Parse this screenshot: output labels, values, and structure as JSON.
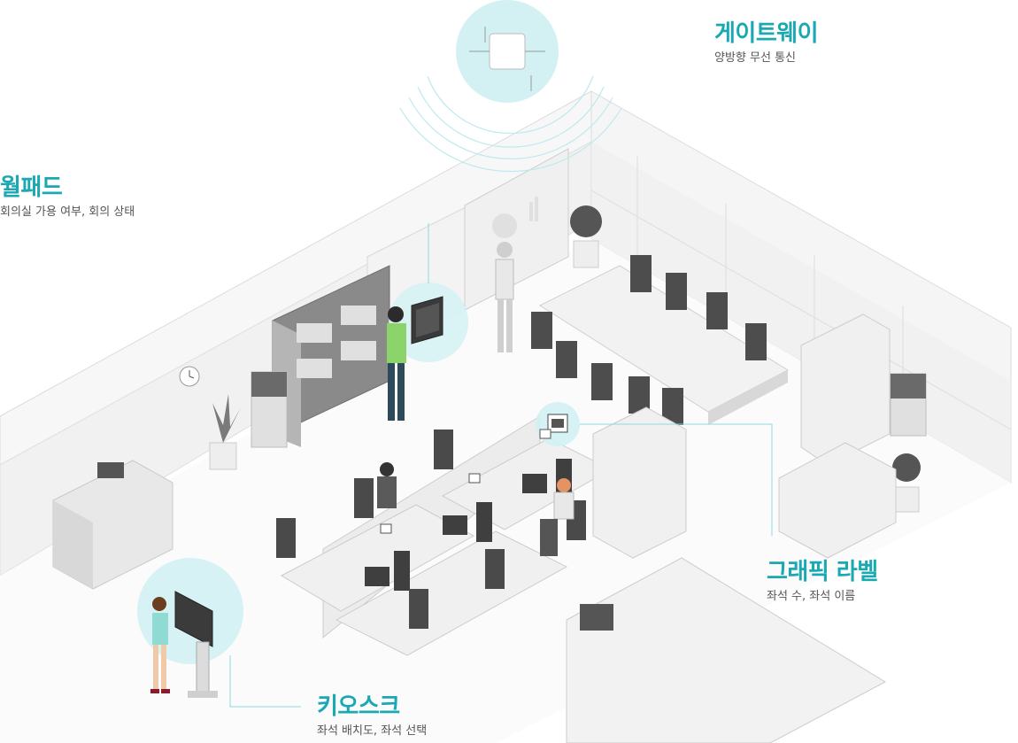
{
  "labels": {
    "gateway": {
      "title": "게이트웨이",
      "subtitle": "양방향 무선 통신"
    },
    "wallpad": {
      "title": "월패드",
      "subtitle": "회의실 가용 여부, 회의 상태"
    },
    "kiosk": {
      "title": "키오스크",
      "subtitle": "좌석 배치도, 좌석 선택"
    },
    "graphic_label": {
      "title": "그래픽 라벨",
      "subtitle": "좌석 수, 좌석 이름"
    }
  },
  "colors": {
    "accent": "#1aa8b3",
    "highlight_circle": "#d3f1f3",
    "wall": "#f4f4f4",
    "floor": "#fbfbfb",
    "furniture": "#e6e6e6",
    "chair": "#4a4a4a"
  }
}
